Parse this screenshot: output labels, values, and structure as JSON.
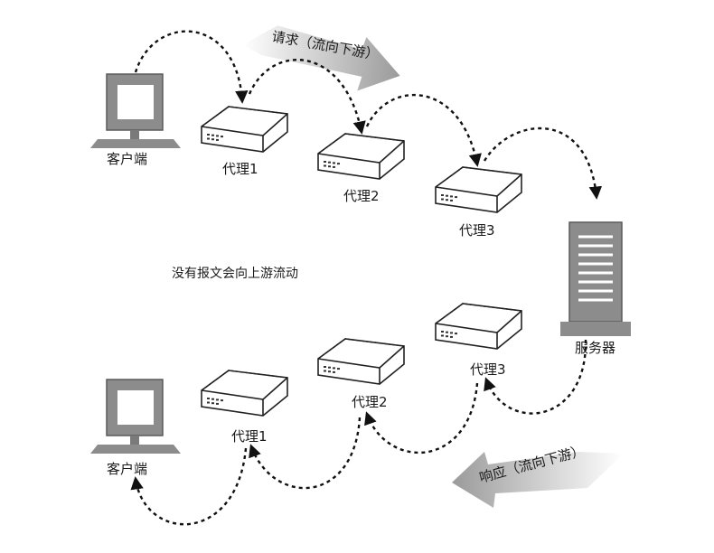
{
  "request": {
    "arrow_label": "请求（流向下游）",
    "client_label": "客户端",
    "proxy1_label": "代理1",
    "proxy2_label": "代理2",
    "proxy3_label": "代理3"
  },
  "middle_note": "没有报文会向上游流动",
  "server_label": "服务器",
  "response": {
    "arrow_label": "响应（流向下游）",
    "client_label": "客户端",
    "proxy1_label": "代理1",
    "proxy2_label": "代理2",
    "proxy3_label": "代理3"
  }
}
